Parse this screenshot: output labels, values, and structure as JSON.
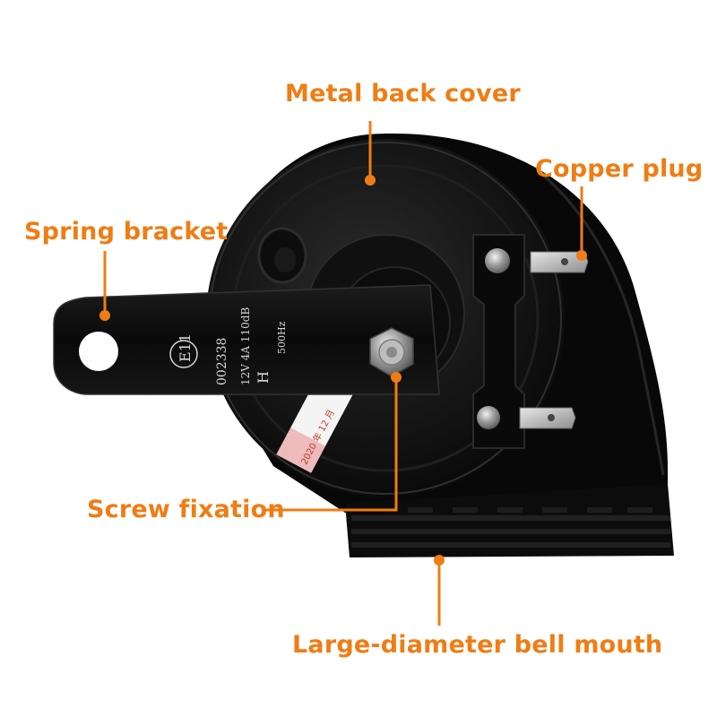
{
  "colors": {
    "accent": "#ef7d14",
    "product": "#0d0d0d",
    "background": "#ffffff"
  },
  "callouts": {
    "metal_back_cover": "Metal back cover",
    "copper_plug": "Copper plug",
    "spring_bracket": "Spring bracket",
    "screw_fixation": "Screw fixation",
    "bell_mouth": "Large-diameter bell mouth"
  },
  "bracket_markings": {
    "cert_mark": "E11",
    "cert_number": "002338",
    "spec": "12V 4A 110dB",
    "frequency": "500Hz",
    "tone": "H"
  }
}
